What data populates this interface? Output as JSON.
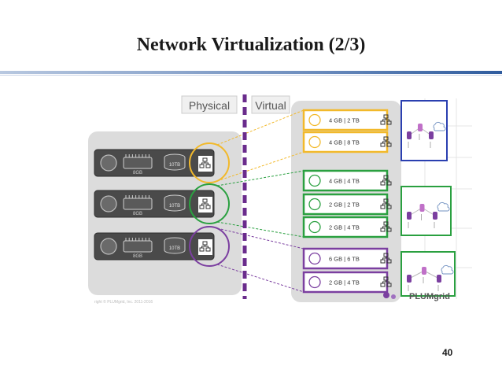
{
  "slide": {
    "title": "Network Virtualization (2/3)",
    "page_number": "40",
    "copyright": "right © PLUMgrid, Inc. 2011-2016",
    "logo_text": "PLUMgrid"
  },
  "labels": {
    "physical": "Physical",
    "virtual": "Virtual"
  },
  "colors": {
    "yellow": "#f2b92b",
    "green": "#2aa040",
    "purple": "#7b3fa0",
    "blue": "#2a3fb0",
    "dash_line": "#6a2c8c"
  },
  "servers": [
    {
      "ram": "8GB",
      "disk": "10TB",
      "color_key": "yellow"
    },
    {
      "ram": "8GB",
      "disk": "10TB",
      "color_key": "green"
    },
    {
      "ram": "8GB",
      "disk": "10TB",
      "color_key": "purple"
    }
  ],
  "vms": [
    {
      "label": "4 GB | 2 TB",
      "color_key": "yellow"
    },
    {
      "label": "4 GB | 8 TB",
      "color_key": "yellow"
    },
    {
      "label": "4 GB | 4 TB",
      "color_key": "green"
    },
    {
      "label": "2 GB | 2 TB",
      "color_key": "green"
    },
    {
      "label": "2 GB | 4 TB",
      "color_key": "green"
    },
    {
      "label": "6 GB | 6 TB",
      "color_key": "purple"
    },
    {
      "label": "2 GB | 4 TB",
      "color_key": "purple"
    }
  ],
  "topology_icons": [
    {
      "color_key": "blue",
      "icon": "network-topology-icon"
    },
    {
      "color_key": "green",
      "icon": "network-topology-icon"
    },
    {
      "color_key": "green",
      "icon": "network-topology-icon"
    }
  ]
}
